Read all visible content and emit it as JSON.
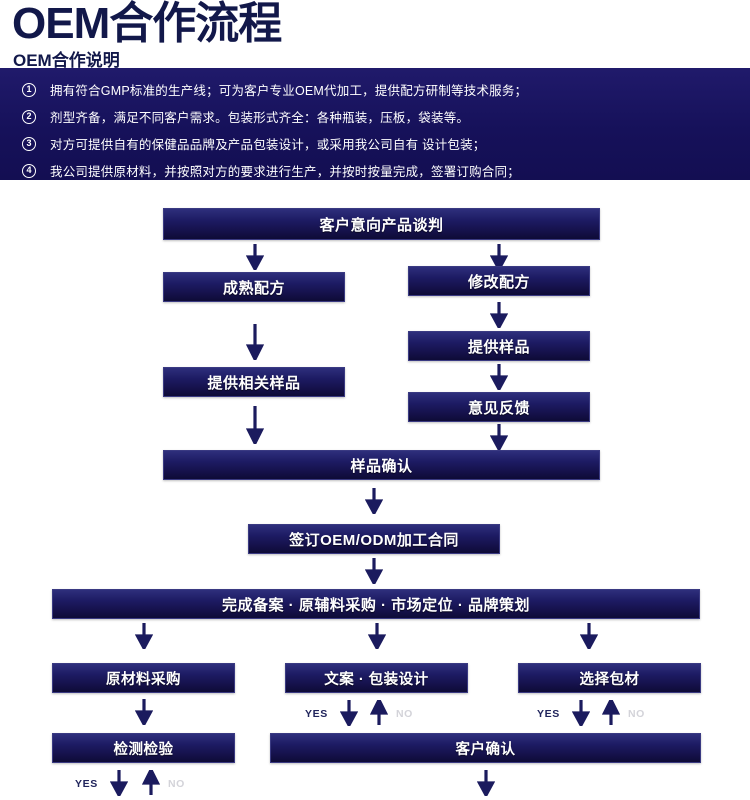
{
  "header": {
    "title": "OEM合作流程",
    "subtitle": "OEM合作说明",
    "panel_color": "#1b1464",
    "title_color": "#12184a"
  },
  "notes": [
    {
      "num": "1",
      "text": "拥有符合GMP标准的生产线；可为客户专业OEM代加工，提供配方研制等技术服务；"
    },
    {
      "num": "2",
      "text": "剂型齐备，满足不同客户需求。包装形式齐全：各种瓶装，压板，袋装等。"
    },
    {
      "num": "3",
      "text": "对方可提供自有的保健品品牌及产品包装设计，或采用我公司自有 设计包装；"
    },
    {
      "num": "4",
      "text": "我公司提供原材料，并按照对方的要求进行生产，并按时按量完成，签署订购合同；"
    }
  ],
  "flow": {
    "box_color": "#1d1b63",
    "nodes": {
      "negotiation": "客户意向产品谈判",
      "mature_formula": "成熟配方",
      "modify_formula": "修改配方",
      "provide_sample": "提供样品",
      "feedback": "意见反馈",
      "provide_related_sample": "提供相关样品",
      "sample_confirm": "样品确认",
      "sign_contract": "签订OEM/ODM加工合同",
      "filing_row": "完成备案 · 原辅料采购 · 市场定位 · 品牌策划",
      "raw_material": "原材料采购",
      "copy_package_design": "文案 · 包装设计",
      "select_packaging": "选择包材",
      "inspection": "检测检验",
      "customer_confirm": "客户确认"
    },
    "labels": {
      "yes": "YES",
      "no": "NO"
    }
  }
}
